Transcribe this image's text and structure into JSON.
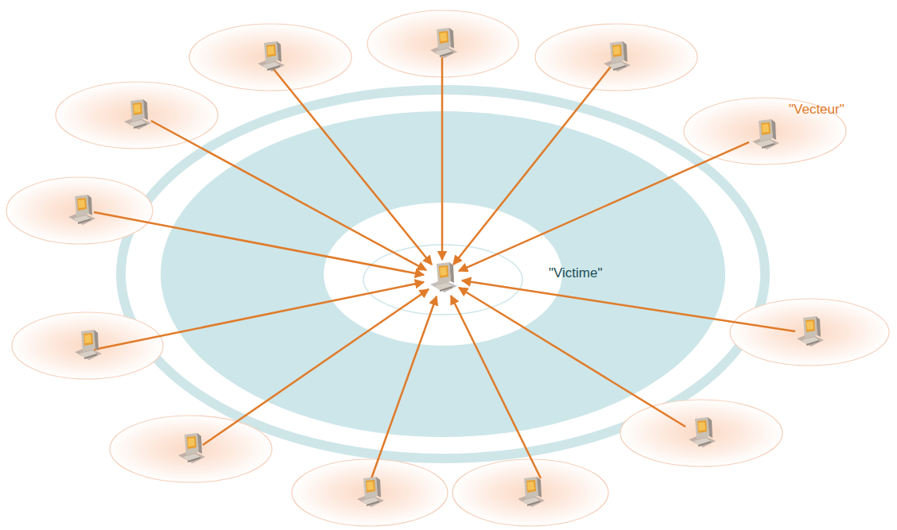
{
  "diagram": {
    "nodes": [
      {
        "text": [
          "\"Vecteur\""
        ]
      },
      {
        "text": [
          "\"Victime\""
        ]
      }
    ],
    "edges": [
      {
        "from": 0,
        "to": 1,
        "arrow": "to"
      }
    ]
  }
}
